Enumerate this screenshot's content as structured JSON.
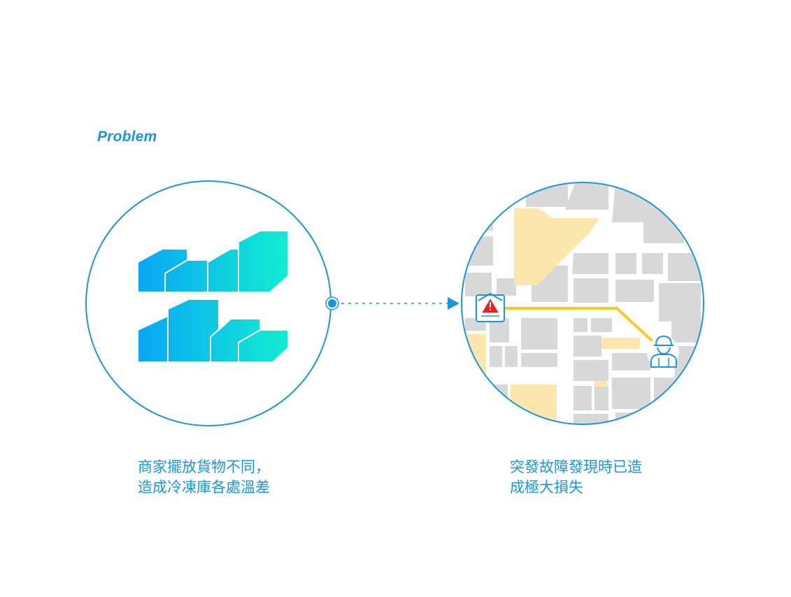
{
  "title": "Problem",
  "captions": {
    "left": [
      "商家擺放貨物不同，",
      "造成冷凍庫各處溫差"
    ],
    "right": [
      "突發故障發現時已造",
      "成極大損失"
    ]
  },
  "icons": {
    "left_circle": "freezer-shelves-icon",
    "right_circle": "map-route-icon",
    "warehouse": "warehouse-warning-icon",
    "technician": "technician-icon",
    "connector": "arrow-right-icon"
  },
  "colors": {
    "accent": "#1a96e0",
    "gradient_start": "#0aa6f5",
    "gradient_end": "#12ecd2",
    "route": "#ffc81e",
    "map_block": "#d8d8d8",
    "map_park": "#fbe6ad",
    "warning": "#e8201f"
  }
}
